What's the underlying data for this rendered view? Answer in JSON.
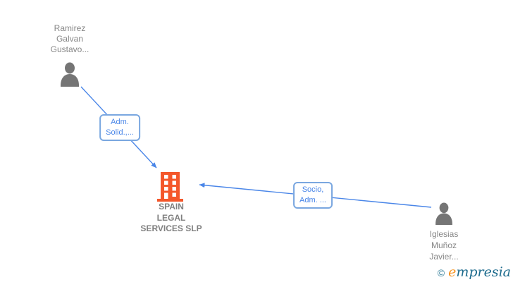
{
  "graph": {
    "nodes": {
      "ramirez": {
        "type": "person",
        "line1": "Ramirez",
        "line2": "Galvan",
        "line3": "Gustavo..."
      },
      "company": {
        "type": "company",
        "line1": "SPAIN",
        "line2": "LEGAL",
        "line3": "SERVICES SLP"
      },
      "iglesias": {
        "type": "person",
        "line1": "Iglesias",
        "line2": "Muñoz",
        "line3": "Javier..."
      }
    },
    "edges": {
      "adm": {
        "from": "ramirez",
        "to": "company",
        "line1": "Adm.",
        "line2": "Solid.,..."
      },
      "socio": {
        "from": "iglesias",
        "to": "company",
        "line1": "Socio,",
        "line2": "Adm. ..."
      }
    }
  },
  "branding": {
    "copyright": "©",
    "logo_initial": "e",
    "logo_rest": "mpresia"
  },
  "colors": {
    "background": "#ffffff",
    "edge_blue": "#4a86e8",
    "edge_label_border": "#7aa7e0",
    "edge_label_text": "#4a86e8",
    "person_gray": "#757575",
    "building_orange": "#f4572b",
    "node_text_gray": "#878787",
    "logo_orange": "#f6921e",
    "logo_teal": "#1d6b8d"
  }
}
